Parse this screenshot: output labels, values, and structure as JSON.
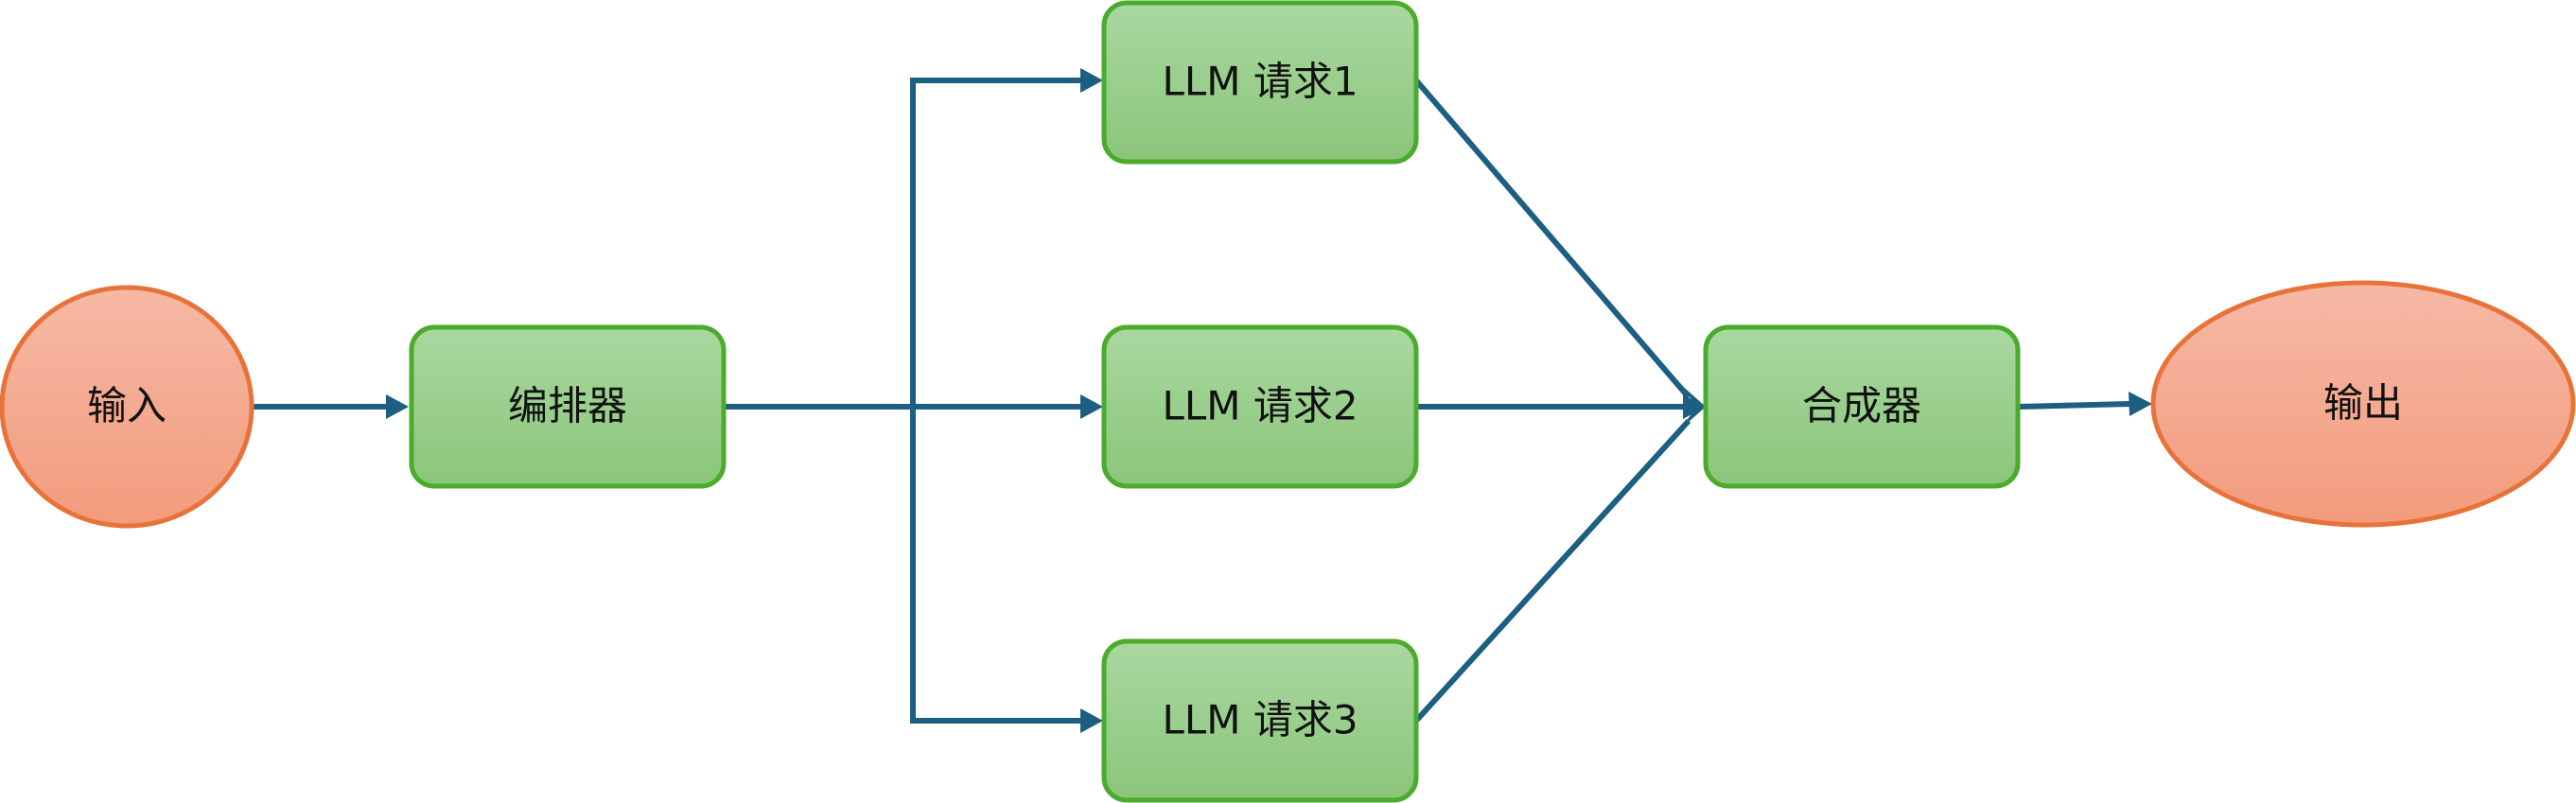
{
  "colors": {
    "edge": "#1c5f82",
    "ellipse_fill_top": "#f6b9a6",
    "ellipse_fill_bottom": "#f39b7c",
    "ellipse_stroke": "#e8733a",
    "rect_fill_top": "#a9d8a0",
    "rect_fill_bottom": "#8bc57a",
    "rect_stroke": "#4aab2c"
  },
  "nodes": {
    "input": "输入",
    "orchestrator": "编排器",
    "llm1": "LLM 请求1",
    "llm2": "LLM 请求2",
    "llm3": "LLM 请求3",
    "synthesizer": "合成器",
    "output": "输出"
  }
}
